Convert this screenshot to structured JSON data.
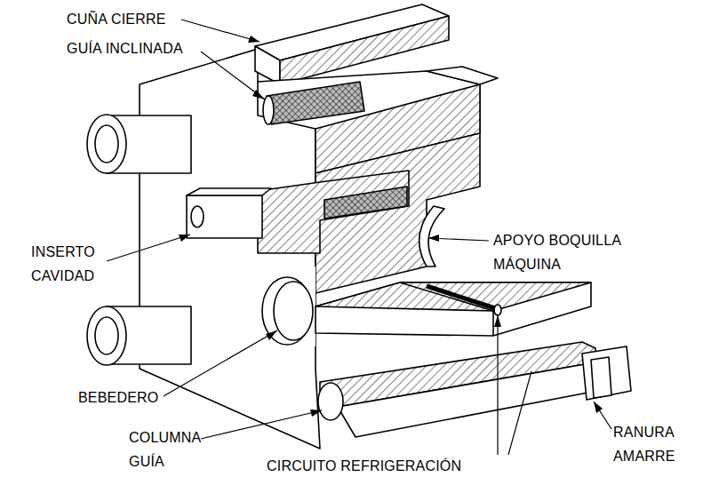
{
  "diagram": {
    "labels": [
      "CUÑA CIERRE",
      "GUÍA INCLINADA",
      "INSERTO CAVIDAD",
      "APOYO BOQUILLA MÁQUINA",
      "BEBEDERO",
      "COLUMNA GUÍA",
      "RANURA AMARRE",
      "CIRCUITO REFRIGERACIÓN"
    ]
  }
}
